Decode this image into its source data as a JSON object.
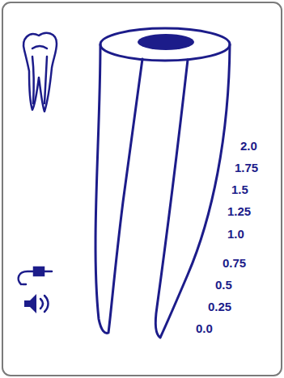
{
  "diagram": {
    "labels": [
      "2.0",
      "1.75",
      "1.5",
      "1.25",
      "1.0",
      "0.75",
      "0.5",
      "0.25",
      "0.0"
    ]
  }
}
